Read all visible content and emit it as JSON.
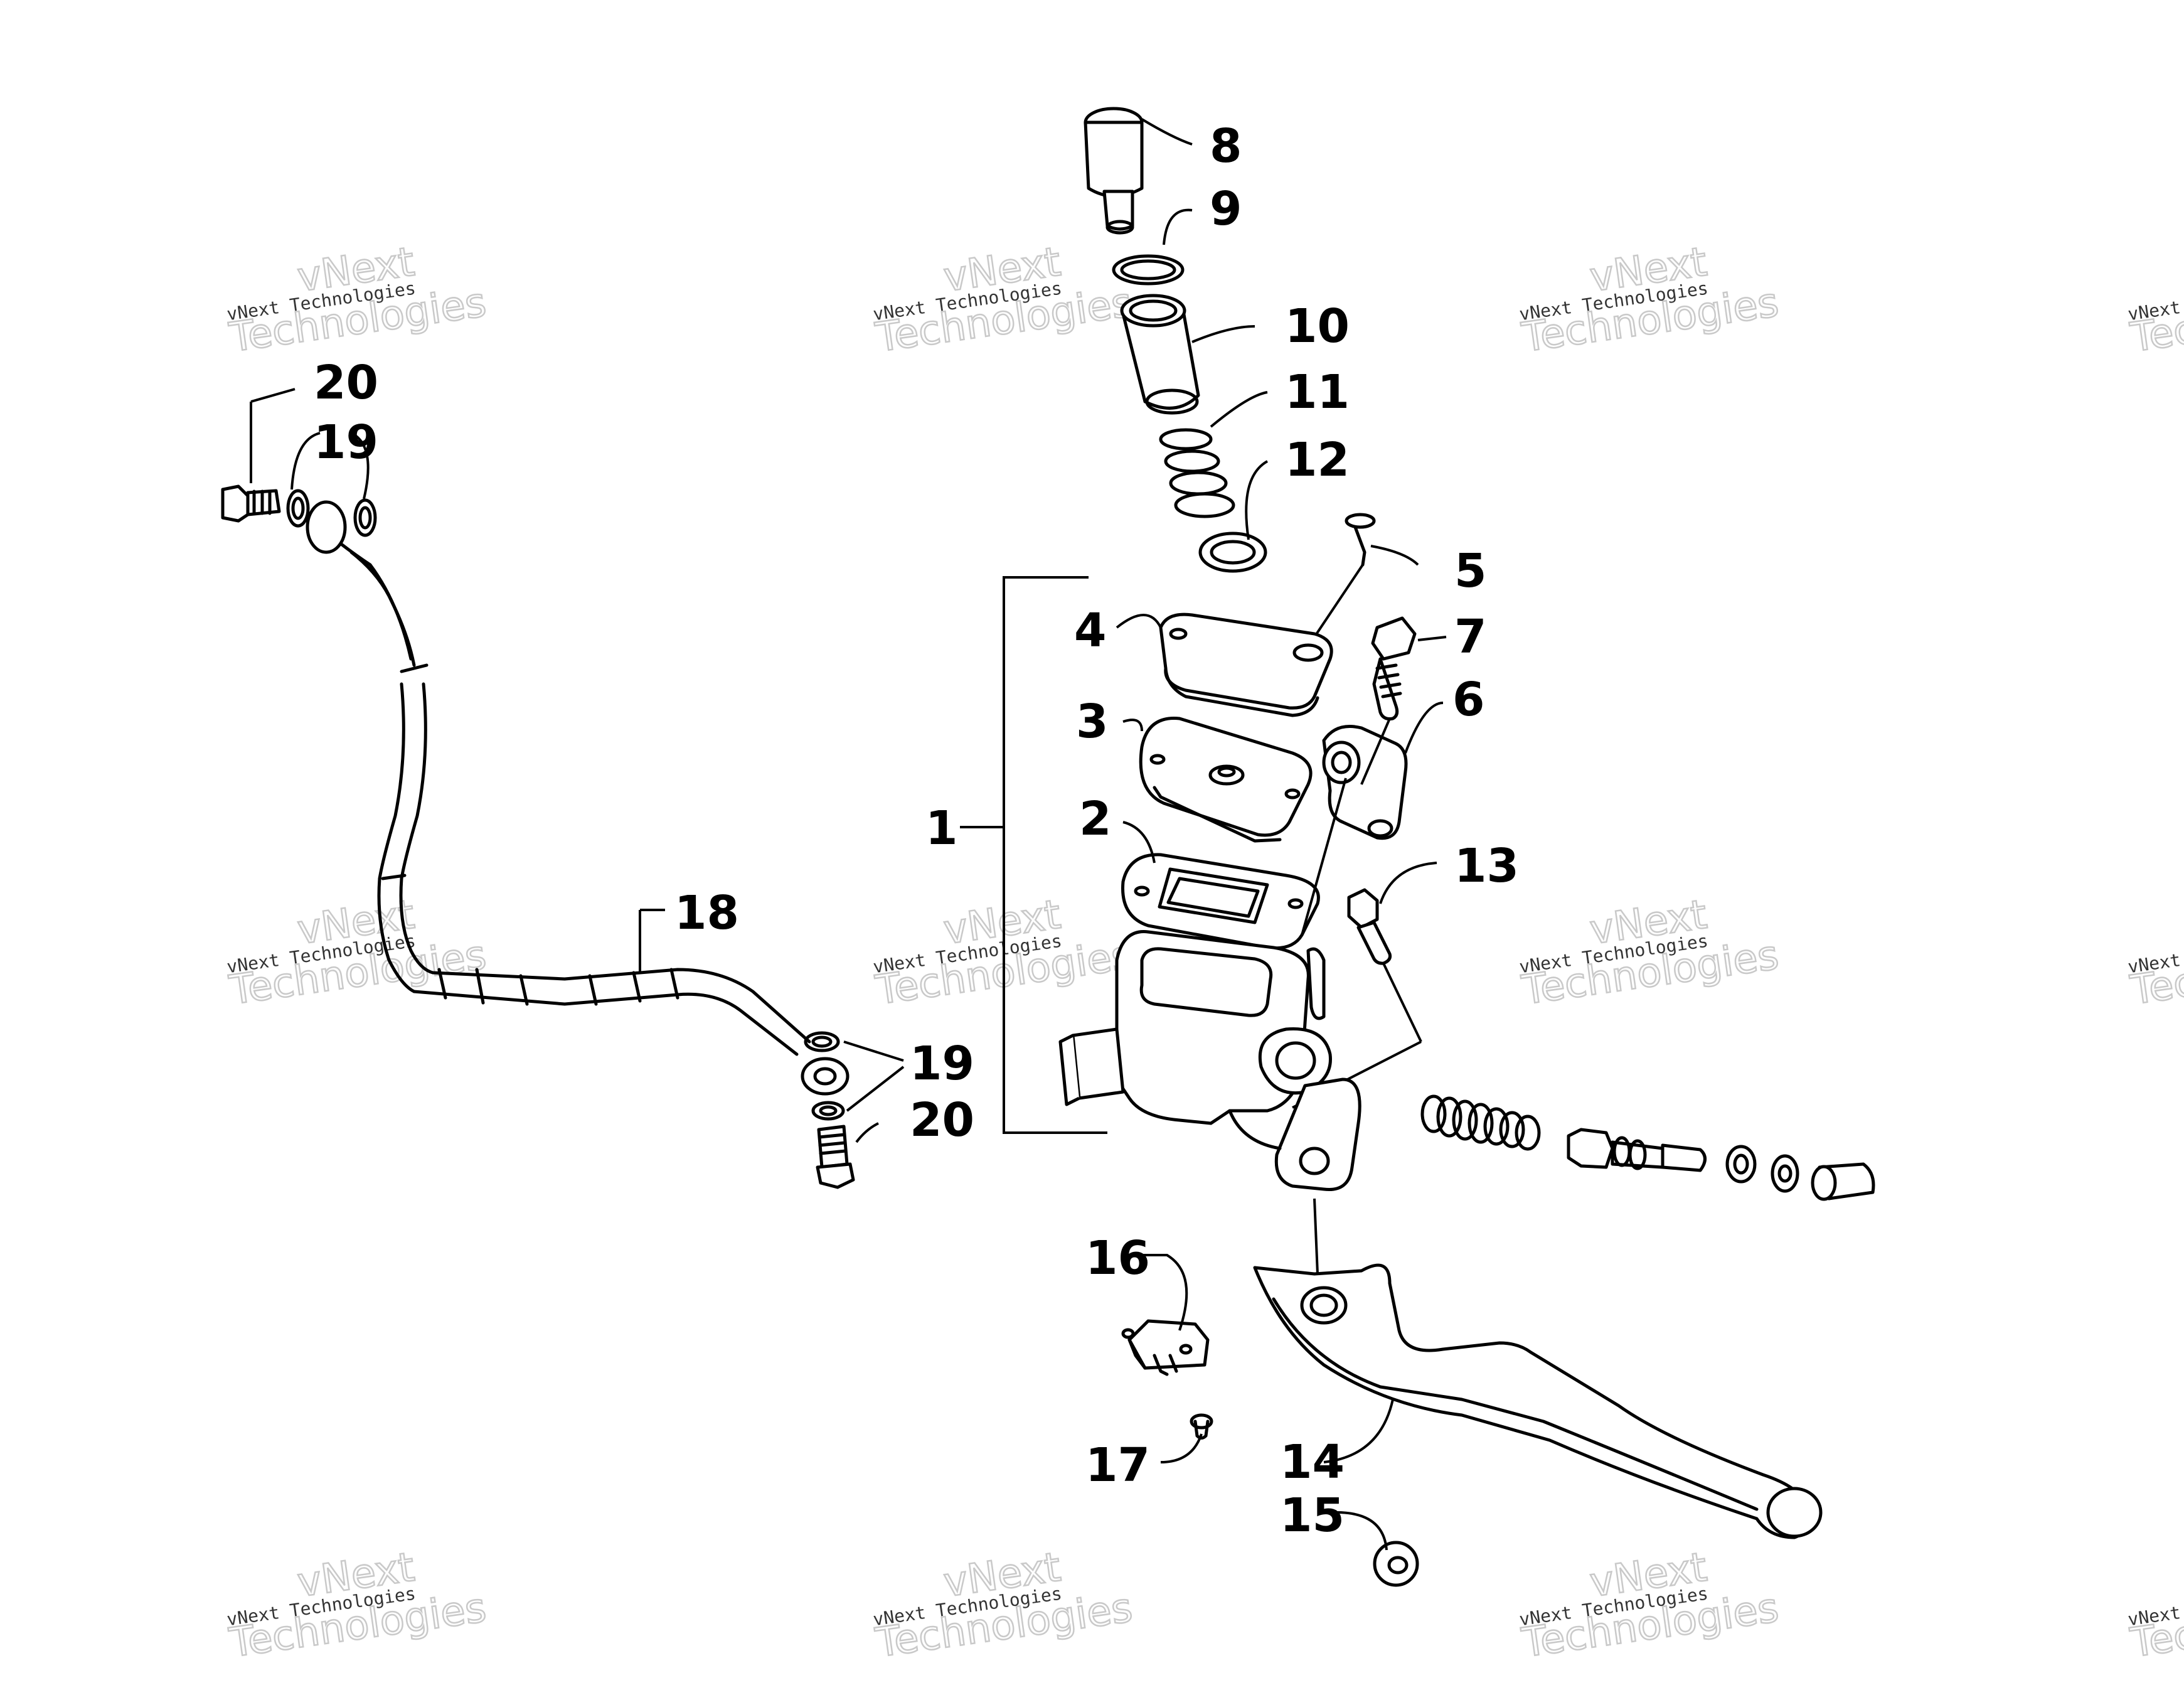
{
  "watermarks": {
    "brand_top": "vNext",
    "line_small": "vNext Technologies",
    "line_big": "Technologies"
  },
  "callouts": {
    "c1": "1",
    "c2": "2",
    "c3": "3",
    "c4": "4",
    "c5": "5",
    "c6": "6",
    "c7": "7",
    "c8": "8",
    "c9": "9",
    "c10": "10",
    "c11": "11",
    "c12": "12",
    "c13": "13",
    "c14": "14",
    "c15": "15",
    "c16": "16",
    "c17": "17",
    "c18": "18",
    "c19a": "19",
    "c19b": "19",
    "c20a": "20",
    "c20b": "20"
  }
}
